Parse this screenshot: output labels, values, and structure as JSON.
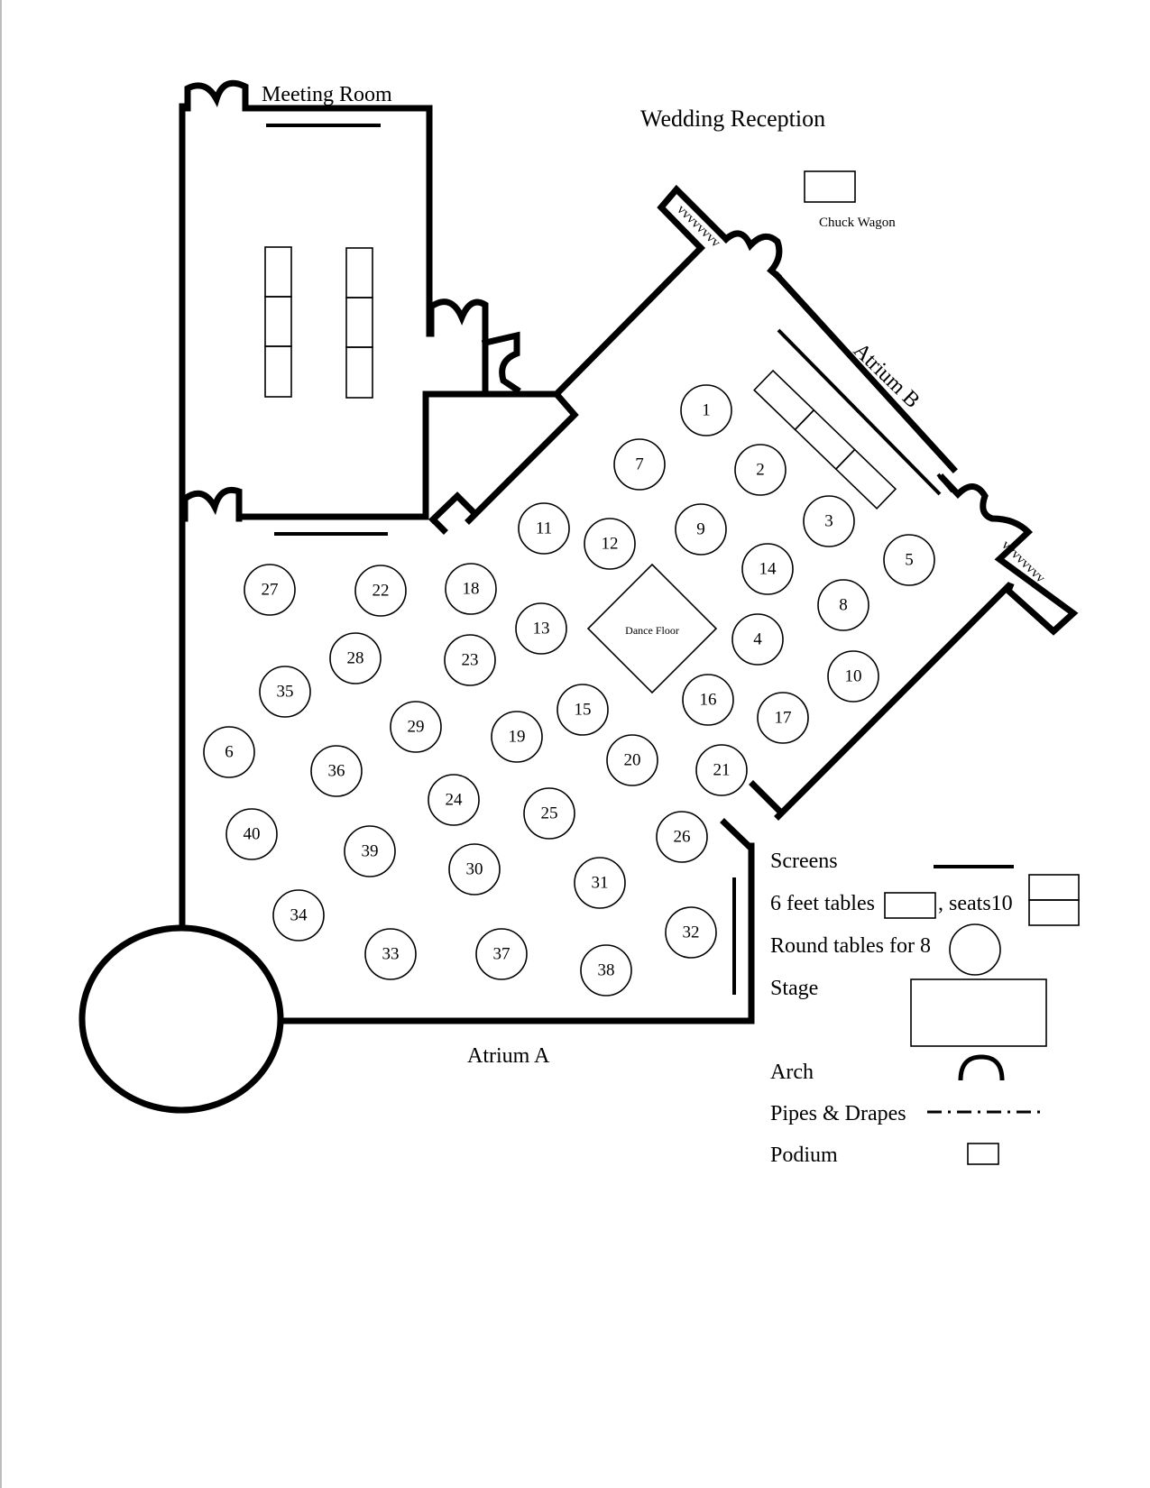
{
  "title": "Wedding Reception",
  "rooms": {
    "meeting_room": "Meeting Room",
    "atrium_a": "Atrium A",
    "atrium_b": "Atrium B"
  },
  "chuck_wagon": "Chuck Wagon",
  "dance_floor": "Dance Floor",
  "round_tables": [
    "1",
    "2",
    "3",
    "4",
    "5",
    "6",
    "7",
    "8",
    "9",
    "10",
    "11",
    "12",
    "13",
    "14",
    "15",
    "16",
    "17",
    "18",
    "19",
    "20",
    "21",
    "22",
    "23",
    "24",
    "25",
    "26",
    "27",
    "28",
    "29",
    "30",
    "31",
    "32",
    "33",
    "34",
    "35",
    "36",
    "37",
    "38",
    "39",
    "40"
  ],
  "legend": {
    "screens": "Screens",
    "six_feet_tables": "6 feet tables",
    "seats10": ", seats10",
    "round_tables_for_8": "Round tables for 8",
    "stage": "Stage",
    "arch": "Arch",
    "pipes_drapes": "Pipes & Drapes",
    "podium": "Podium"
  },
  "drape_marks": "vvvvvvvv"
}
